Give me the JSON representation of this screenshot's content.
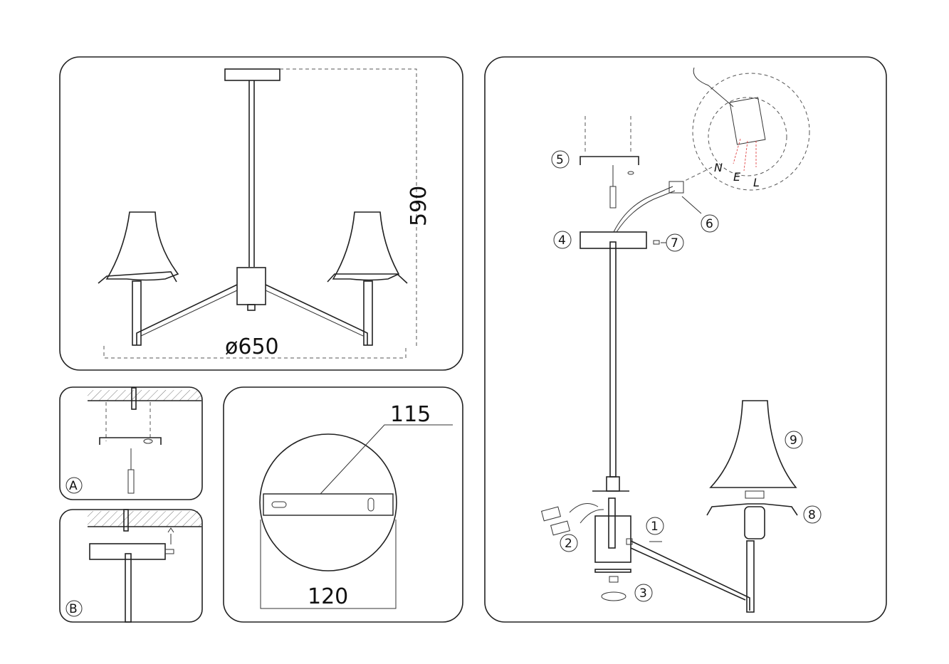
{
  "overview": {
    "height_label": "590",
    "diameter_label": "ø650"
  },
  "step_a": {
    "label": "A"
  },
  "step_b": {
    "label": "B"
  },
  "canopy_detail": {
    "bracket_label": "115",
    "canopy_label": "120"
  },
  "assembly": {
    "steps": [
      "1",
      "2",
      "3",
      "4",
      "5",
      "6",
      "7",
      "8",
      "9"
    ],
    "wiring": {
      "n": "N",
      "e": "E",
      "l": "L"
    }
  },
  "colors": {
    "line": "#222222",
    "wire_marker": "#dd3333"
  }
}
